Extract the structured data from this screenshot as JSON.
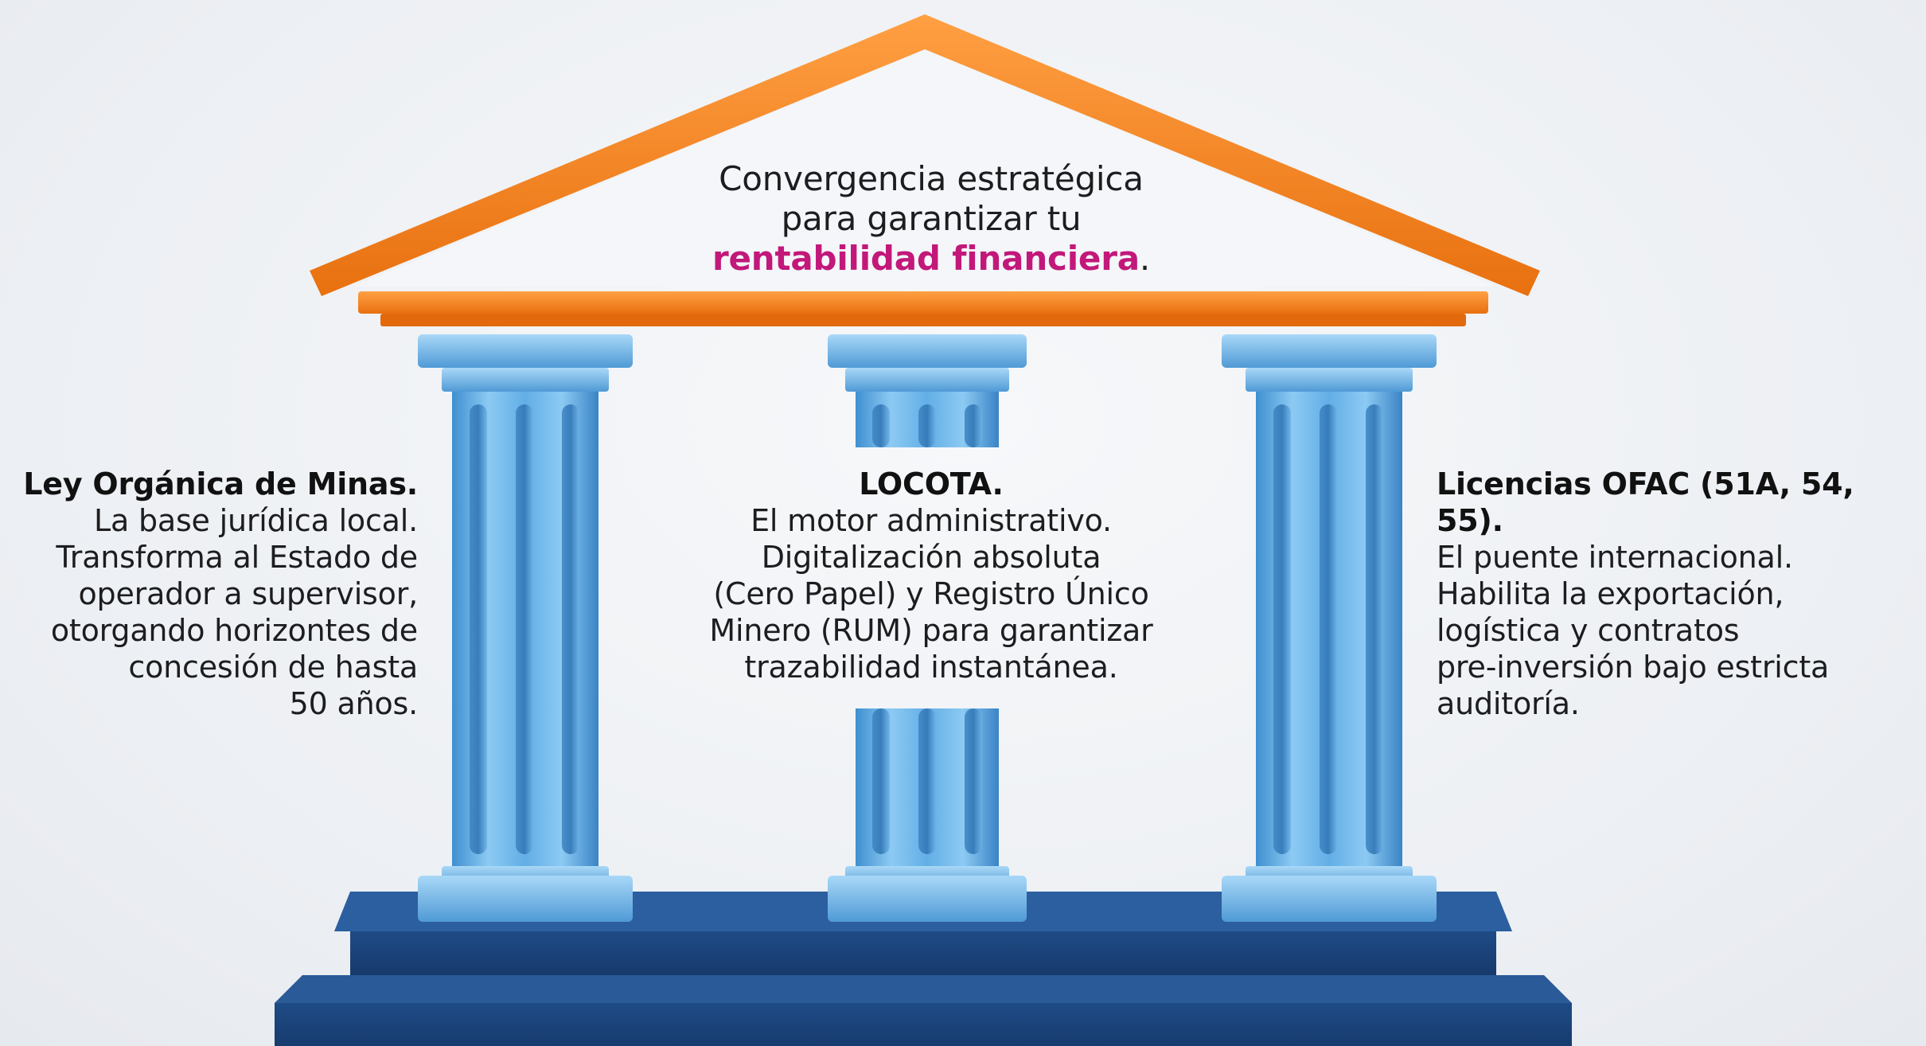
{
  "roof": {
    "line1": "Convergencia estratégica",
    "line2": "para garantizar tu",
    "highlight": "rentabilidad financiera",
    "suffix": "."
  },
  "pillars": [
    {
      "title": "Ley Orgánica de Minas.",
      "lines": [
        "La base jurídica local.",
        "Transforma al Estado de",
        "operador a supervisor,",
        "otorgando horizontes de",
        "concesión de hasta",
        "50 años."
      ]
    },
    {
      "title": "LOCOTA.",
      "lines": [
        "El motor administrativo.",
        "Digitalización absoluta",
        "(Cero Papel) y Registro Único",
        "Minero (RUM) para garantizar",
        "trazabilidad instantánea."
      ]
    },
    {
      "title": "Licencias OFAC (51A, 54, 55).",
      "lines": [
        "El puente internacional.",
        "Habilita la exportación,",
        "logística y contratos",
        "pre-inversión bajo estricta",
        "auditoría."
      ]
    }
  ],
  "colors": {
    "roof": "#f5841f",
    "pillar": "#5aa8e0",
    "base": "#1f4d8a",
    "highlight": "#c2187a",
    "background": "#eef1f5"
  }
}
